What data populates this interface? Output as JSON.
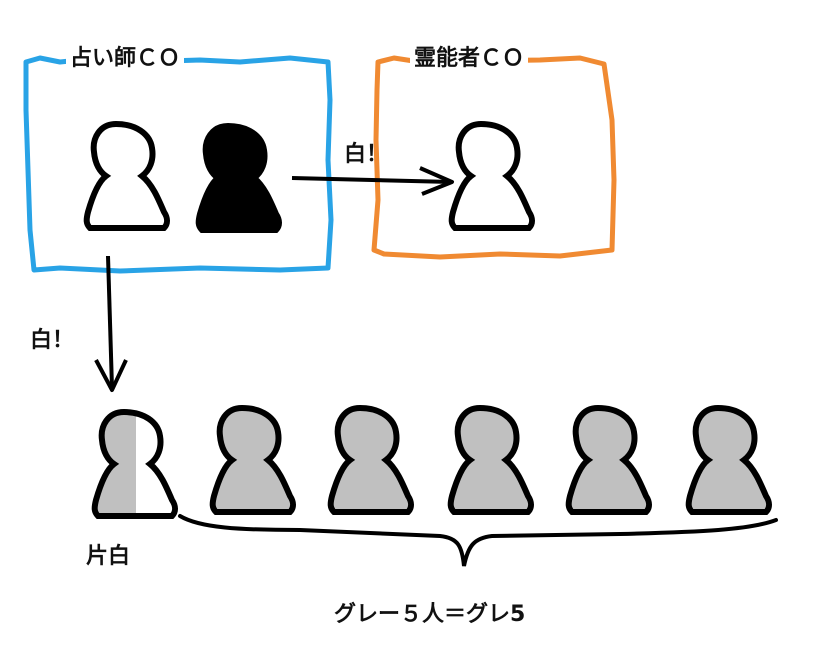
{
  "boxes": {
    "seer": {
      "title": "占い師ＣＯ",
      "color": "#29a3e6"
    },
    "medium": {
      "title": "霊能者ＣＯ",
      "color": "#f08a32"
    }
  },
  "arrows": {
    "to_medium": {
      "label": "白！"
    },
    "to_half_white": {
      "label": "白！"
    }
  },
  "figures": {
    "seer_real": {
      "fill": "#ffffff"
    },
    "seer_wolf": {
      "fill": "#000000"
    },
    "medium_person": {
      "fill": "#ffffff"
    },
    "half_white": {
      "label": "片白",
      "fill_left": "#c0c0c0",
      "fill_right": "#ffffff"
    },
    "grey": {
      "count": 5,
      "fill": "#c0c0c0"
    }
  },
  "brace": {
    "label": "グレー５人＝グレ5"
  }
}
